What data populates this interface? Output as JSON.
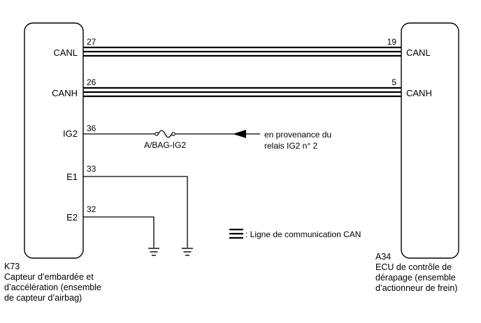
{
  "left_ecu": {
    "code": "K73",
    "desc_lines": [
      "Capteur d’embardée et",
      "d’accélération (ensemble",
      "de capteur d’airbag)"
    ],
    "pins": [
      {
        "name": "CANL",
        "number": "27"
      },
      {
        "name": "CANH",
        "number": "26"
      },
      {
        "name": "IG2",
        "number": "36"
      },
      {
        "name": "E1",
        "number": "33"
      },
      {
        "name": "E2",
        "number": "32"
      }
    ]
  },
  "right_ecu": {
    "code": "A34",
    "desc_lines": [
      "ECU de contrôle de",
      "dérapage (ensemble",
      "d’actionneur de frein)"
    ],
    "pins": [
      {
        "name": "CANL",
        "number": "19"
      },
      {
        "name": "CANH",
        "number": "5"
      }
    ]
  },
  "fuse": {
    "label": "A/BAG-IG2"
  },
  "source": {
    "lines": [
      "en provenance du",
      "relais IG2 n° 2"
    ]
  },
  "legend": {
    "text": ": Ligne de communication CAN"
  }
}
